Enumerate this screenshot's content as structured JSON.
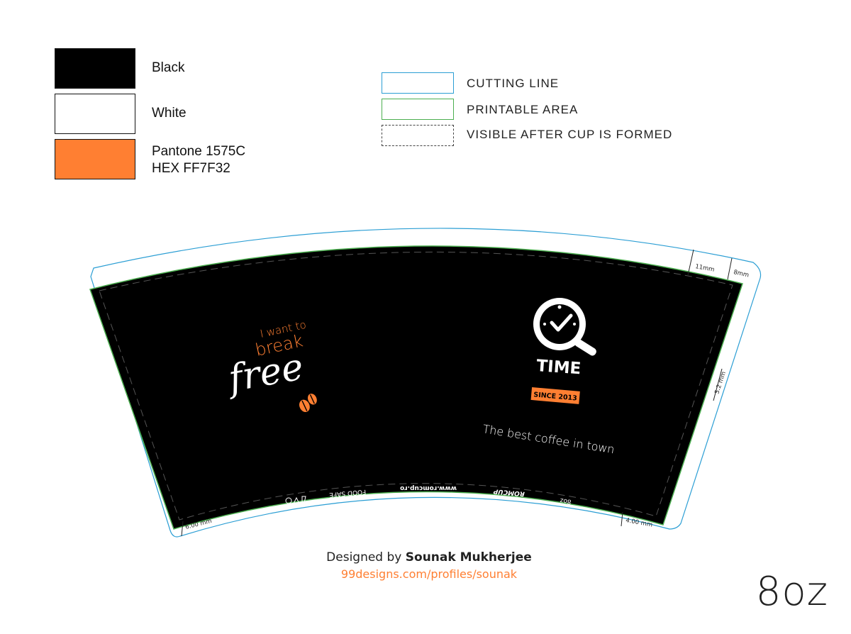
{
  "colors": {
    "black": "#000000",
    "white": "#FFFFFF",
    "pantone": "#FF7F32",
    "cutting_line": "#2B9ED4",
    "printable_area": "#4CAF50",
    "visible_area": "#555555"
  },
  "swatches": {
    "black": {
      "label": "Black"
    },
    "white": {
      "label": "White"
    },
    "pantone": {
      "line1": "Pantone 1575C",
      "line2": "HEX FF7F32"
    }
  },
  "legend": {
    "cutting": "CUTTING LINE",
    "printable": "PRINTABLE AREA",
    "visible": "VISIBLE AFTER CUP IS FORMED"
  },
  "dimensions": {
    "top_right_outer": "11mm",
    "top_right_inner": "8mm",
    "right_side": "5.2 mm",
    "bottom_left": "6.00 mm",
    "bottom_right": "4.00 mm"
  },
  "cup_text": {
    "tagline_1": "I want to",
    "tagline_2": "break",
    "tagline_3": "free",
    "brand": "TIME",
    "badge": "SINCE 2013",
    "slogan": "The best coffee in town",
    "bottom_labels": [
      "8oz",
      "ROMCUP",
      "www.romcup.ro",
      "FOOD SAFE"
    ]
  },
  "credit": {
    "prefix": "Designed by",
    "name": "Sounak Mukherjee",
    "url": "99designs.com/profiles/sounak"
  },
  "size": "8oz"
}
